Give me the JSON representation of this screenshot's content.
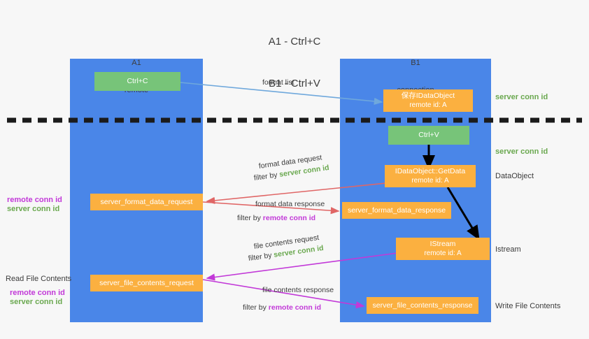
{
  "title": {
    "line1": "A1 - Ctrl+C",
    "line2": "B1 - Ctrl+V"
  },
  "colors": {
    "lane": "#4a86e8",
    "node_green": "#77c479",
    "node_orange": "#fbb040",
    "server_conn": "#6aa84f",
    "remote_conn": "#c239d8",
    "arrow_blue": "#6fa8dc",
    "arrow_red": "#e06666",
    "arrow_magenta": "#c239d8",
    "arrow_black": "#000000",
    "divider": "#1b1b1b",
    "background": "#f7f7f7",
    "text": "#3c3c3c"
  },
  "columns": [
    {
      "id": "a1",
      "name": "A1",
      "role": "remote"
    },
    {
      "id": "b1",
      "name": "B1",
      "role": "connection"
    }
  ],
  "nodes": {
    "ctrl_c": {
      "label": "Ctrl+C",
      "sub": "",
      "kind": "green"
    },
    "save_idataobject": {
      "label": "保存IDataObject",
      "sub": "remote id: A",
      "kind": "orange"
    },
    "ctrl_v": {
      "label": "Ctrl+V",
      "sub": "",
      "kind": "green"
    },
    "getdata": {
      "label": "IDataObject::GetData",
      "sub": "remote id: A",
      "kind": "orange"
    },
    "format_data_request": {
      "label": "server_format_data_request",
      "sub": "",
      "kind": "orange"
    },
    "format_data_response": {
      "label": "server_format_data_response",
      "sub": "",
      "kind": "orange"
    },
    "istream": {
      "label": "IStream",
      "sub": "remote id: A",
      "kind": "orange"
    },
    "file_contents_request": {
      "label": "server_file_contents_request",
      "sub": "",
      "kind": "orange"
    },
    "file_contents_response": {
      "label": "server_file_contents_response",
      "sub": "",
      "kind": "orange"
    }
  },
  "right_labels": {
    "server_conn_top": "server conn id",
    "server_conn_mid": "server conn id",
    "dataobject": "DataObject",
    "istream": "Istream",
    "write_file_contents": "Write File Contents"
  },
  "left_labels": {
    "remote_conn_1": "remote conn id",
    "server_conn_1": "server conn id",
    "read_file_contents": "Read File Contents",
    "remote_conn_2": "remote conn id",
    "server_conn_2": "server conn id"
  },
  "captions": {
    "format_list": "format list",
    "format_data_request": "format data request",
    "format_data_request_filter_prefix": "filter by ",
    "format_data_request_filter_value": "server conn id",
    "format_data_response": "format data response",
    "format_data_response_filter_prefix": "filter by ",
    "format_data_response_filter_value": "remote conn id",
    "file_contents_request": "file contents request",
    "file_contents_request_filter_prefix": "filter by ",
    "file_contents_request_filter_value": "server conn id",
    "file_contents_response": "file contents response",
    "file_contents_response_filter_prefix": "filter by ",
    "file_contents_response_filter_value": "remote conn id"
  }
}
